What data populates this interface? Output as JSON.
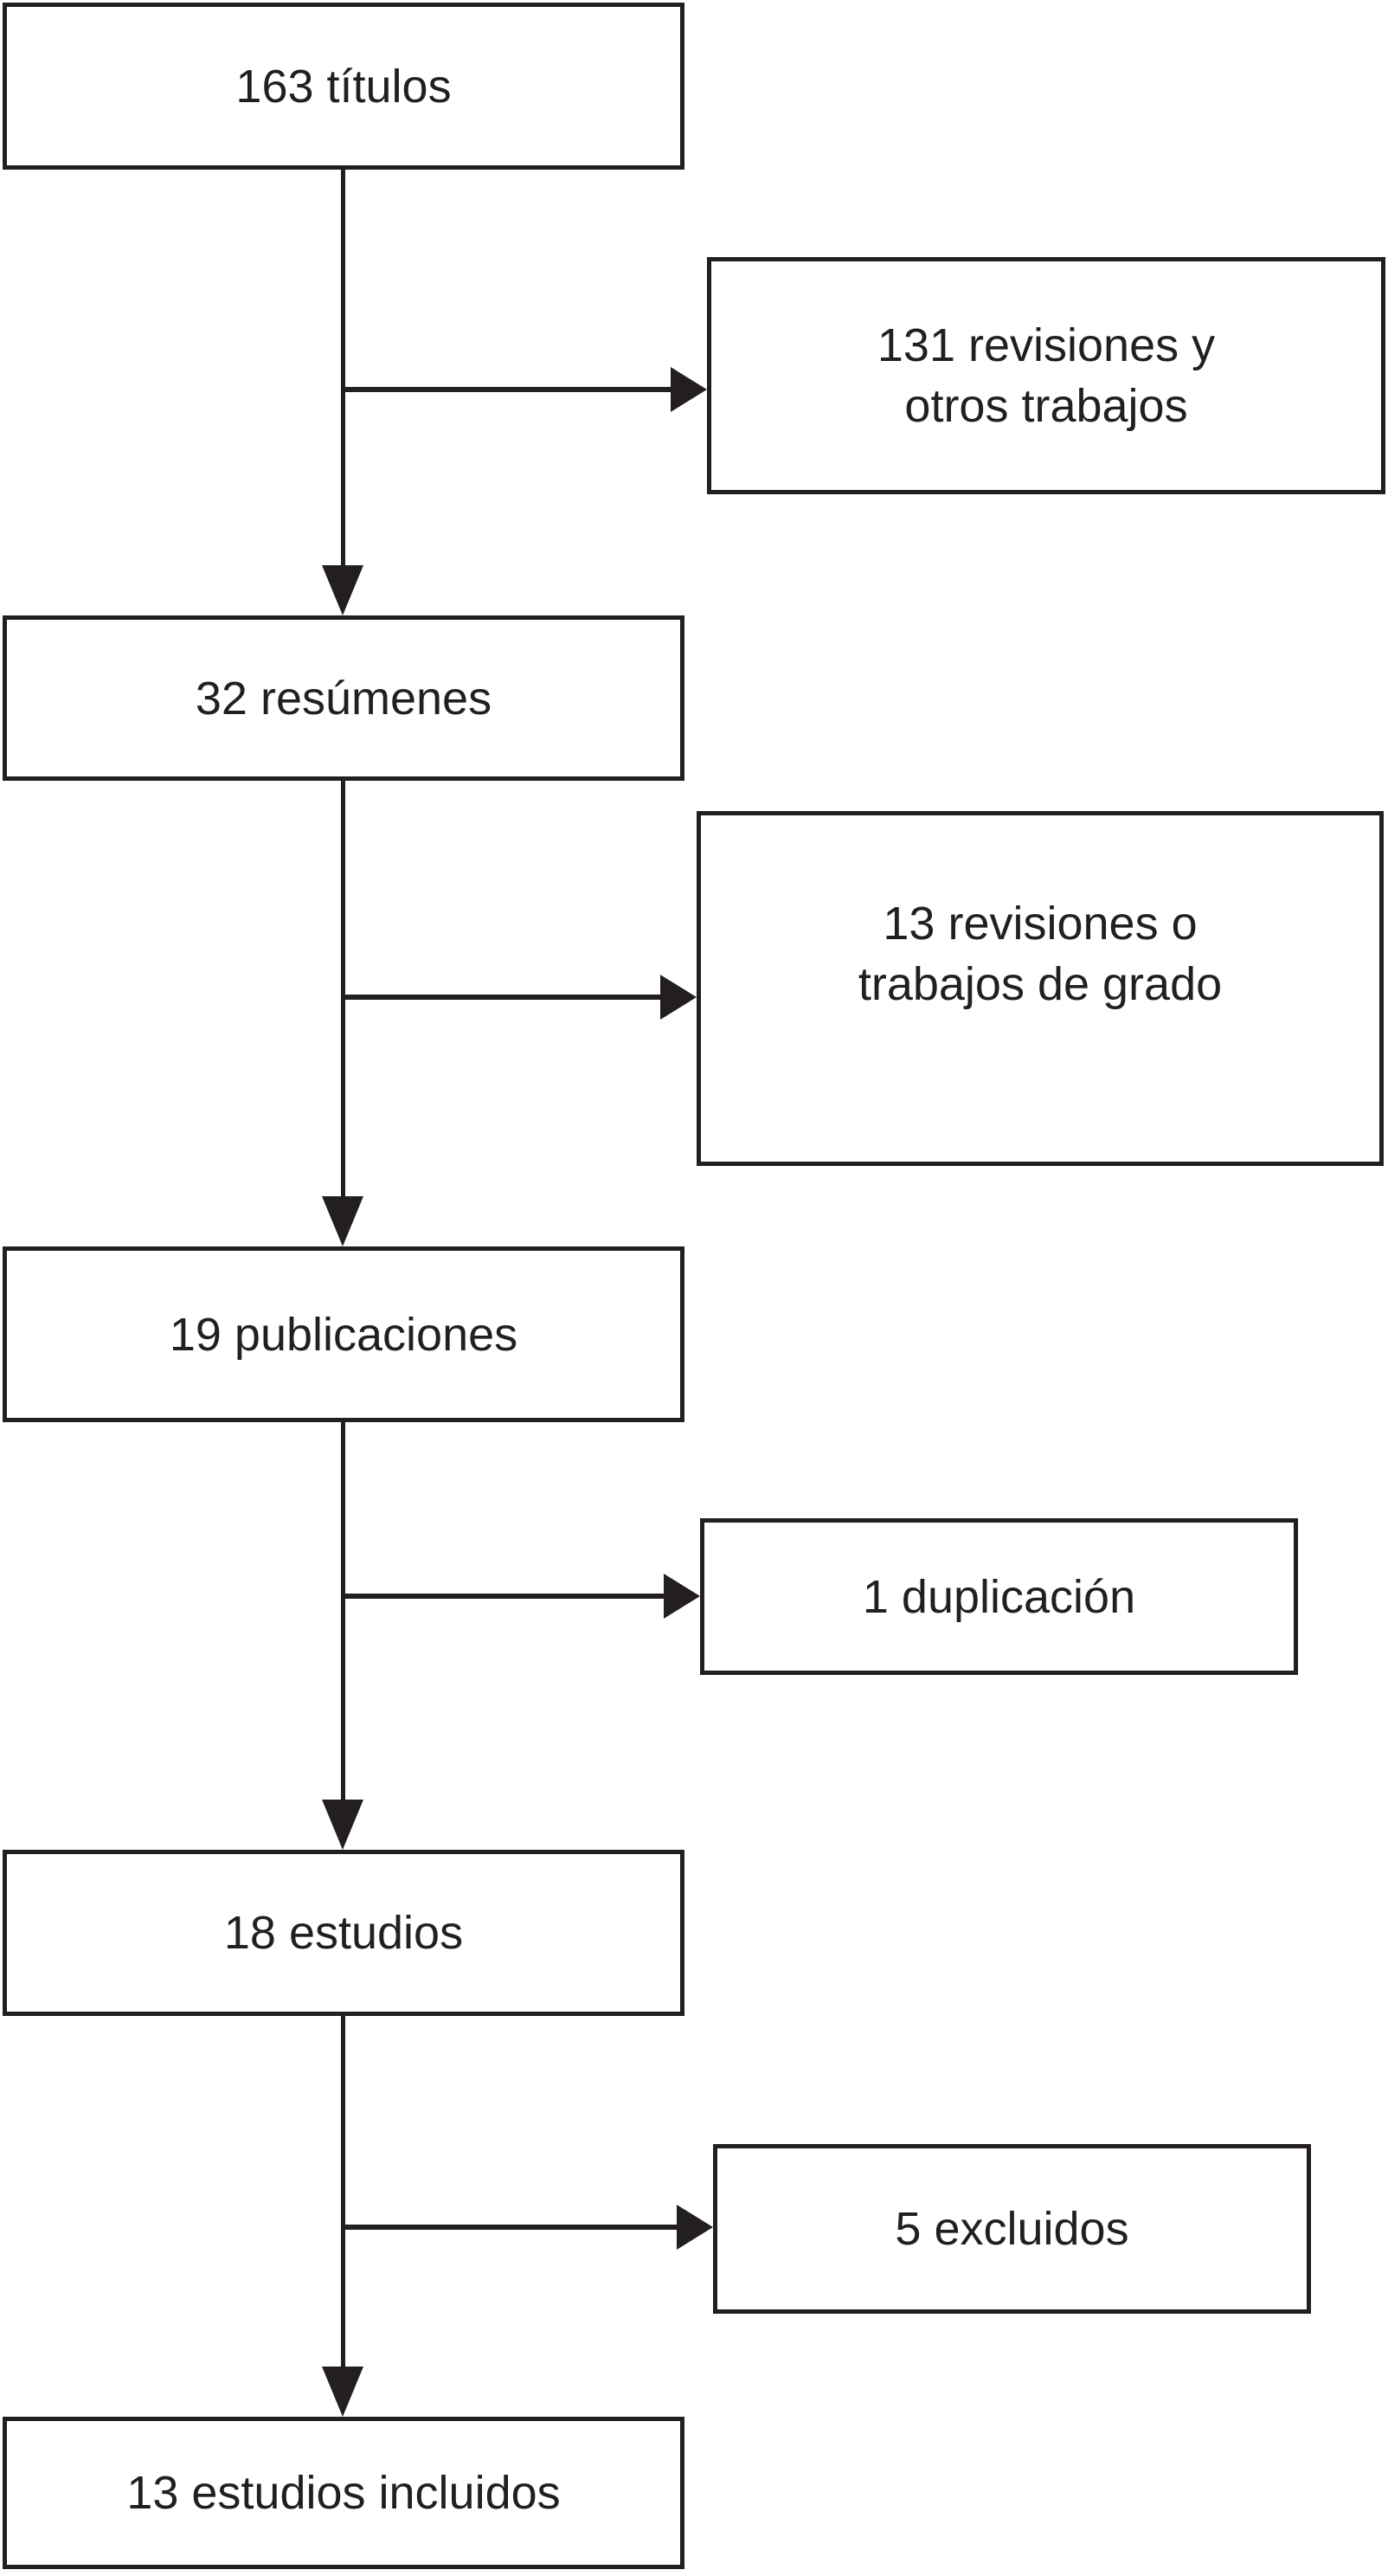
{
  "flowchart": {
    "colors": {
      "line": "#231f20",
      "background": "#ffffff"
    },
    "main_path": [
      {
        "label": "163 títulos"
      },
      {
        "label": "32 resúmenes"
      },
      {
        "label": "19 publicaciones"
      },
      {
        "label": "18 estudios"
      },
      {
        "label": "13 estudios incluidos"
      }
    ],
    "exclusion_boxes": [
      {
        "line1": "131 revisiones y",
        "line2": "otros trabajos"
      },
      {
        "line1": "13 revisiones o",
        "line2": "trabajos de grado"
      },
      {
        "line1": "1 duplicación"
      },
      {
        "line1": "5 excluidos"
      }
    ]
  }
}
